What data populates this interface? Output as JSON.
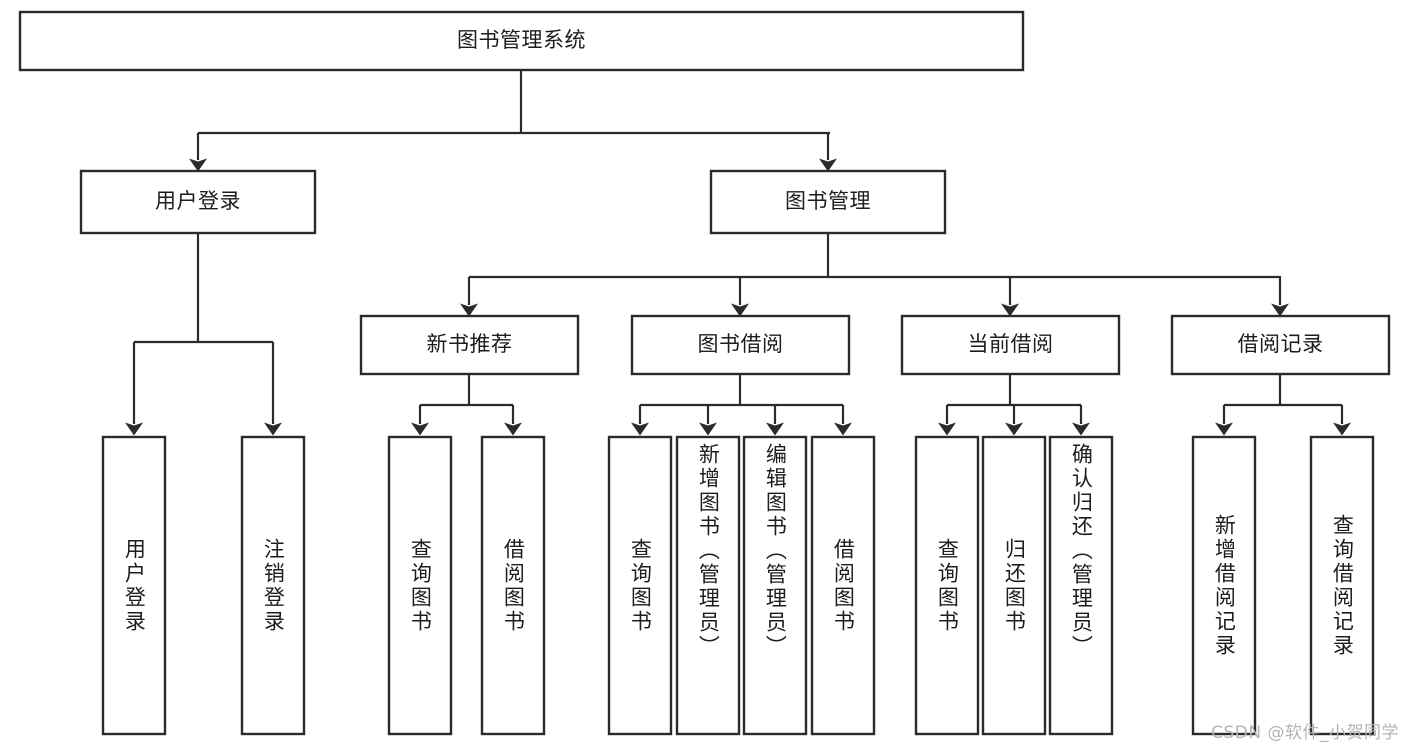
{
  "diagram": {
    "title": "图书管理系统",
    "type": "tree-hierarchy",
    "watermark": "CSDN @软件_小贺同学",
    "colors": {
      "stroke": "#2b2b2b",
      "fill": "#ffffff",
      "text": "#1d1d1d",
      "watermark": "#b4b4b4"
    },
    "root": {
      "label": "图书管理系统"
    },
    "level1": [
      {
        "label": "用户登录"
      },
      {
        "label": "图书管理"
      }
    ],
    "level2": [
      {
        "label": "新书推荐"
      },
      {
        "label": "图书借阅"
      },
      {
        "label": "当前借阅"
      },
      {
        "label": "借阅记录"
      }
    ],
    "leaves": [
      {
        "label": "用户登录",
        "parent": "用户登录"
      },
      {
        "label": "注销登录",
        "parent": "用户登录"
      },
      {
        "label": "查询图书",
        "parent": "新书推荐"
      },
      {
        "label": "借阅图书",
        "parent": "新书推荐"
      },
      {
        "label": "查询图书",
        "parent": "图书借阅"
      },
      {
        "label": "新增图书（管理员）",
        "parent": "图书借阅"
      },
      {
        "label": "编辑图书（管理员）",
        "parent": "图书借阅"
      },
      {
        "label": "借阅图书",
        "parent": "图书借阅"
      },
      {
        "label": "查询图书",
        "parent": "当前借阅"
      },
      {
        "label": "归还图书",
        "parent": "当前借阅"
      },
      {
        "label": "确认归还（管理员）",
        "parent": "当前借阅"
      },
      {
        "label": "新增借阅记录",
        "parent": "借阅记录"
      },
      {
        "label": "查询借阅记录",
        "parent": "借阅记录"
      }
    ]
  }
}
